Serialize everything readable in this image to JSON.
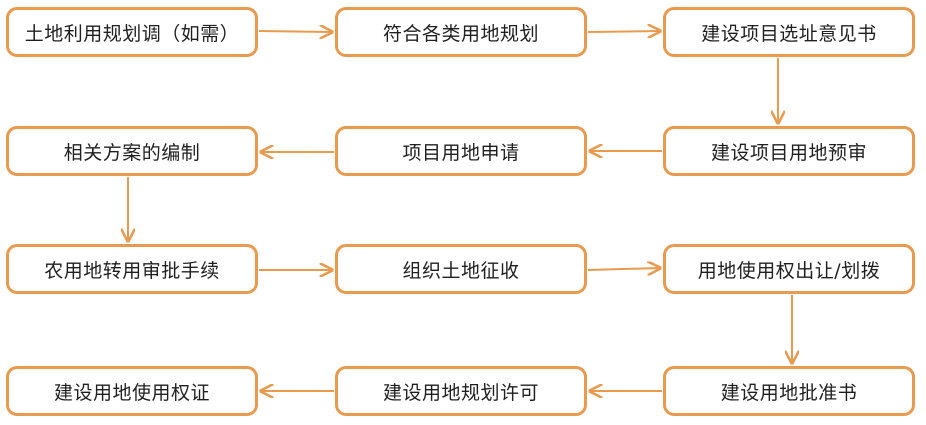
{
  "diagram": {
    "accent_color": "#e89a4e",
    "nodes": [
      {
        "id": "n1",
        "label": "土地利用规划调（如需）"
      },
      {
        "id": "n2",
        "label": "符合各类用地规划"
      },
      {
        "id": "n3",
        "label": "建设项目选址意见书"
      },
      {
        "id": "n4",
        "label": "建设项目用地预审"
      },
      {
        "id": "n5",
        "label": "项目用地申请"
      },
      {
        "id": "n6",
        "label": "相关方案的编制"
      },
      {
        "id": "n7",
        "label": "农用地转用审批手续"
      },
      {
        "id": "n8",
        "label": "组织土地征收"
      },
      {
        "id": "n9",
        "label": "用地使用权出让/划拨"
      },
      {
        "id": "n10",
        "label": "建设用地批准书"
      },
      {
        "id": "n11",
        "label": "建设用地规划许可"
      },
      {
        "id": "n12",
        "label": "建设用地使用权证"
      }
    ],
    "edges": [
      {
        "from": "n1",
        "to": "n2"
      },
      {
        "from": "n2",
        "to": "n3"
      },
      {
        "from": "n3",
        "to": "n4"
      },
      {
        "from": "n4",
        "to": "n5"
      },
      {
        "from": "n5",
        "to": "n6"
      },
      {
        "from": "n6",
        "to": "n7"
      },
      {
        "from": "n7",
        "to": "n8"
      },
      {
        "from": "n8",
        "to": "n9"
      },
      {
        "from": "n9",
        "to": "n10"
      },
      {
        "from": "n10",
        "to": "n11"
      },
      {
        "from": "n11",
        "to": "n12"
      }
    ]
  }
}
